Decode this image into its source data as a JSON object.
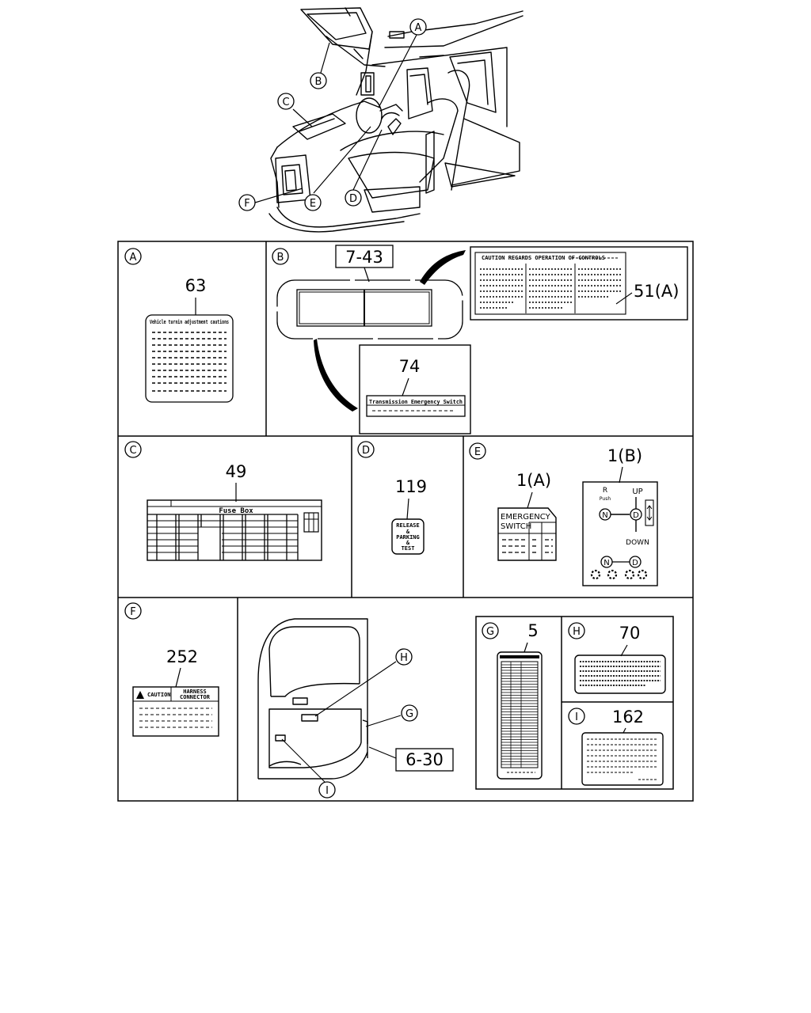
{
  "callouts": {
    "overview": [
      "A",
      "B",
      "C",
      "D",
      "E",
      "F"
    ],
    "door": [
      "H",
      "G",
      "I"
    ]
  },
  "panels": {
    "a": {
      "letter": "A",
      "ref": "63",
      "label_title": "Vehicle turnin adjustment cautions"
    },
    "b": {
      "letter": "B",
      "ref": "7-43",
      "ref_51": "51(A)",
      "ref_74": "74",
      "label_74_title": "Transmission Emergency Switch",
      "label_51_title": "CAUTION REGARDS OPERATION OF CONTROLS"
    },
    "c": {
      "letter": "C",
      "ref": "49",
      "label_title": "Fuse Box"
    },
    "d": {
      "letter": "D",
      "ref": "119",
      "button_lines": [
        "RELEASE",
        "&",
        "PARKING",
        "&",
        "TEST"
      ]
    },
    "e": {
      "letter": "E",
      "ref_a": "1(A)",
      "ref_b": "1(B)",
      "emergency_lines": [
        "EMERGENCY",
        "SWITCH"
      ],
      "shift": {
        "r": "R",
        "push": "Push",
        "up": "UP",
        "down": "DOWN",
        "n": "N",
        "d": "D"
      }
    },
    "f": {
      "letter": "F",
      "ref": "252",
      "caution": "CAUTION",
      "harness_lines": [
        "HARNESS",
        "CONNECTOR"
      ]
    },
    "door": {
      "ref": "6-30"
    },
    "g": {
      "letter": "G",
      "ref": "5"
    },
    "h": {
      "letter": "H",
      "ref": "70"
    },
    "i": {
      "letter": "I",
      "ref": "162"
    }
  }
}
